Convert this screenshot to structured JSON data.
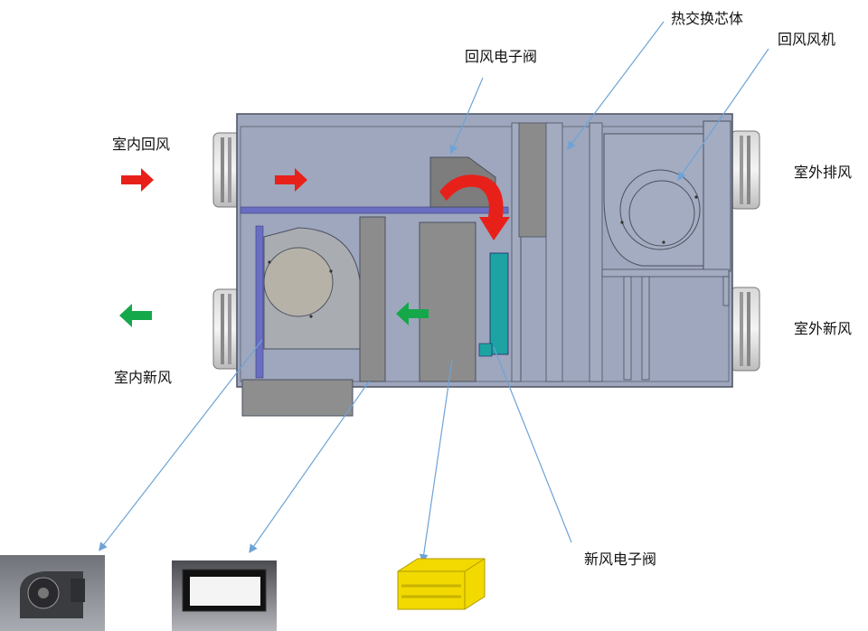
{
  "labels": {
    "heat_exchanger_core": "热交换芯体",
    "return_air_fan": "回风风机",
    "return_air_damper": "回风电子阀",
    "indoor_return_air": "室内回风",
    "outdoor_exhaust_air": "室外排风",
    "outdoor_fresh_air": "室外新风",
    "indoor_fresh_air": "室内新风",
    "fresh_air_damper": "新风电子阀"
  },
  "colors": {
    "casing": "#9ea7bd",
    "casing_dark": "#8a93aa",
    "leader_line": "#6fa3d6",
    "red_arrow": "#e8201a",
    "green_arrow": "#15a84a",
    "partition_blue": "#6a6ec2",
    "damper_teal": "#1ea3a3",
    "filter_yellow": "#f2d900",
    "panel_grey": "#8c8c8c"
  },
  "icons": [
    "red-flow-arrow",
    "green-flow-arrow",
    "curved-red-arrow",
    "fan-photo",
    "filter-photo",
    "core-photo"
  ]
}
